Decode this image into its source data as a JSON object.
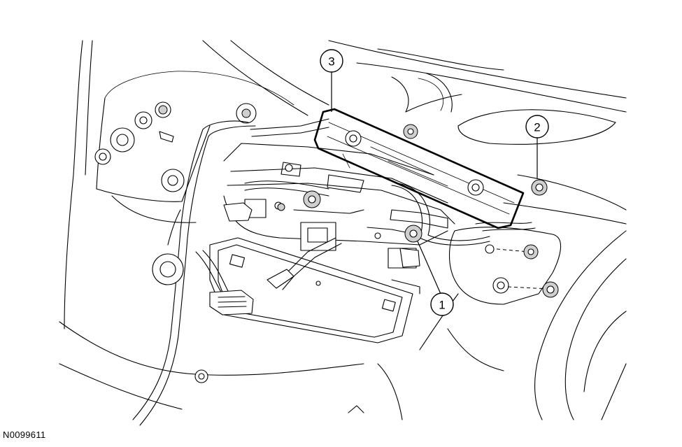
{
  "figure": {
    "id": "N0099611",
    "callouts": [
      {
        "number": "1"
      },
      {
        "number": "2"
      },
      {
        "number": "3"
      }
    ]
  }
}
